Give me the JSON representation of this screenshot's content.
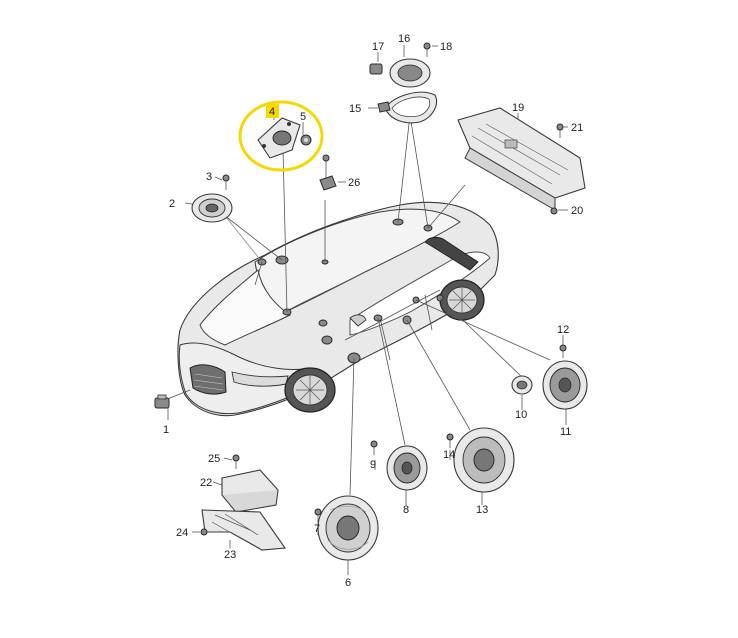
{
  "diagram": {
    "highlight_color": "#f5d800",
    "highlighted_part": "4",
    "callouts": [
      {
        "id": "c1",
        "text": "1"
      },
      {
        "id": "c2",
        "text": "2"
      },
      {
        "id": "c3",
        "text": "3"
      },
      {
        "id": "c4",
        "text": "4"
      },
      {
        "id": "c5",
        "text": "5"
      },
      {
        "id": "c6",
        "text": "6"
      },
      {
        "id": "c7",
        "text": "7"
      },
      {
        "id": "c8",
        "text": "8"
      },
      {
        "id": "c9",
        "text": "9"
      },
      {
        "id": "c10",
        "text": "10"
      },
      {
        "id": "c11",
        "text": "11"
      },
      {
        "id": "c12",
        "text": "12"
      },
      {
        "id": "c13",
        "text": "13"
      },
      {
        "id": "c14",
        "text": "14"
      },
      {
        "id": "c15",
        "text": "15"
      },
      {
        "id": "c16",
        "text": "16"
      },
      {
        "id": "c17",
        "text": "17"
      },
      {
        "id": "c18",
        "text": "18"
      },
      {
        "id": "c19",
        "text": "19"
      },
      {
        "id": "c20",
        "text": "20"
      },
      {
        "id": "c21",
        "text": "21"
      },
      {
        "id": "c22",
        "text": "22"
      },
      {
        "id": "c23",
        "text": "23"
      },
      {
        "id": "c24",
        "text": "24"
      },
      {
        "id": "c25",
        "text": "25"
      },
      {
        "id": "c26",
        "text": "26"
      }
    ]
  }
}
